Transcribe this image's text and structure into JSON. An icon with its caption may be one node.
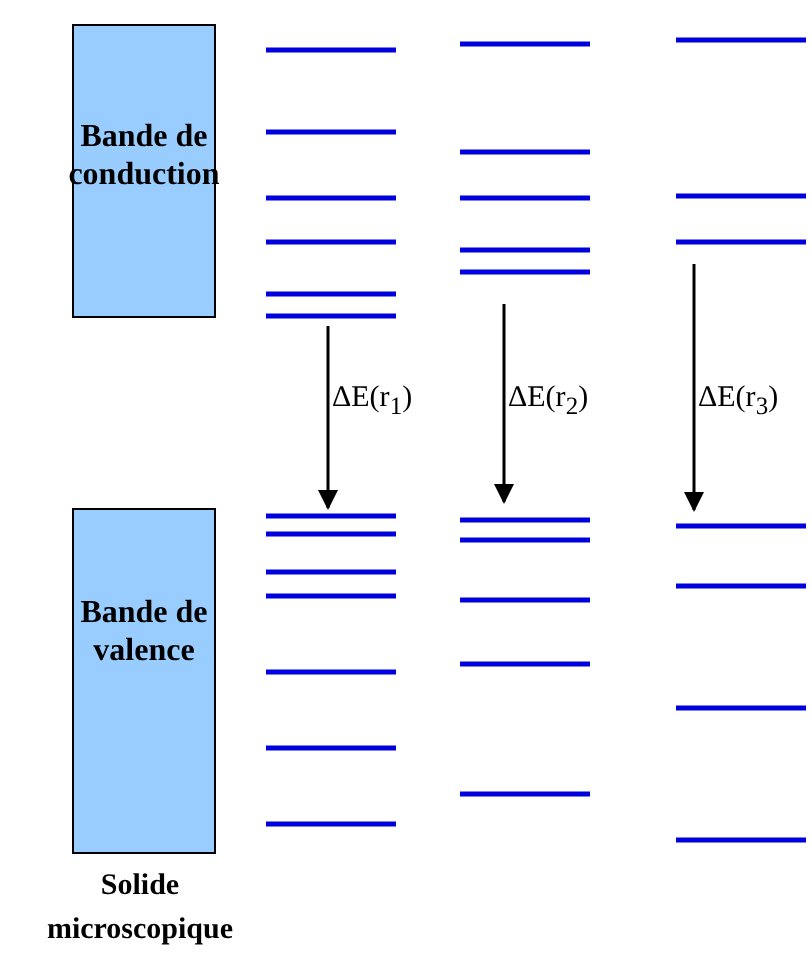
{
  "diagram": {
    "nodes": [
      {
        "text": [
          "Bande de conduction"
        ]
      },
      {
        "text": [
          "Bande de valence"
        ],
        "beside": [
          "Solide microscopique"
        ]
      }
    ],
    "labels": [
      "ΔE(r$_{1}$)",
      "ΔE(r$_{2}$)",
      "ΔE(r$_{3}$)"
    ]
  }
}
